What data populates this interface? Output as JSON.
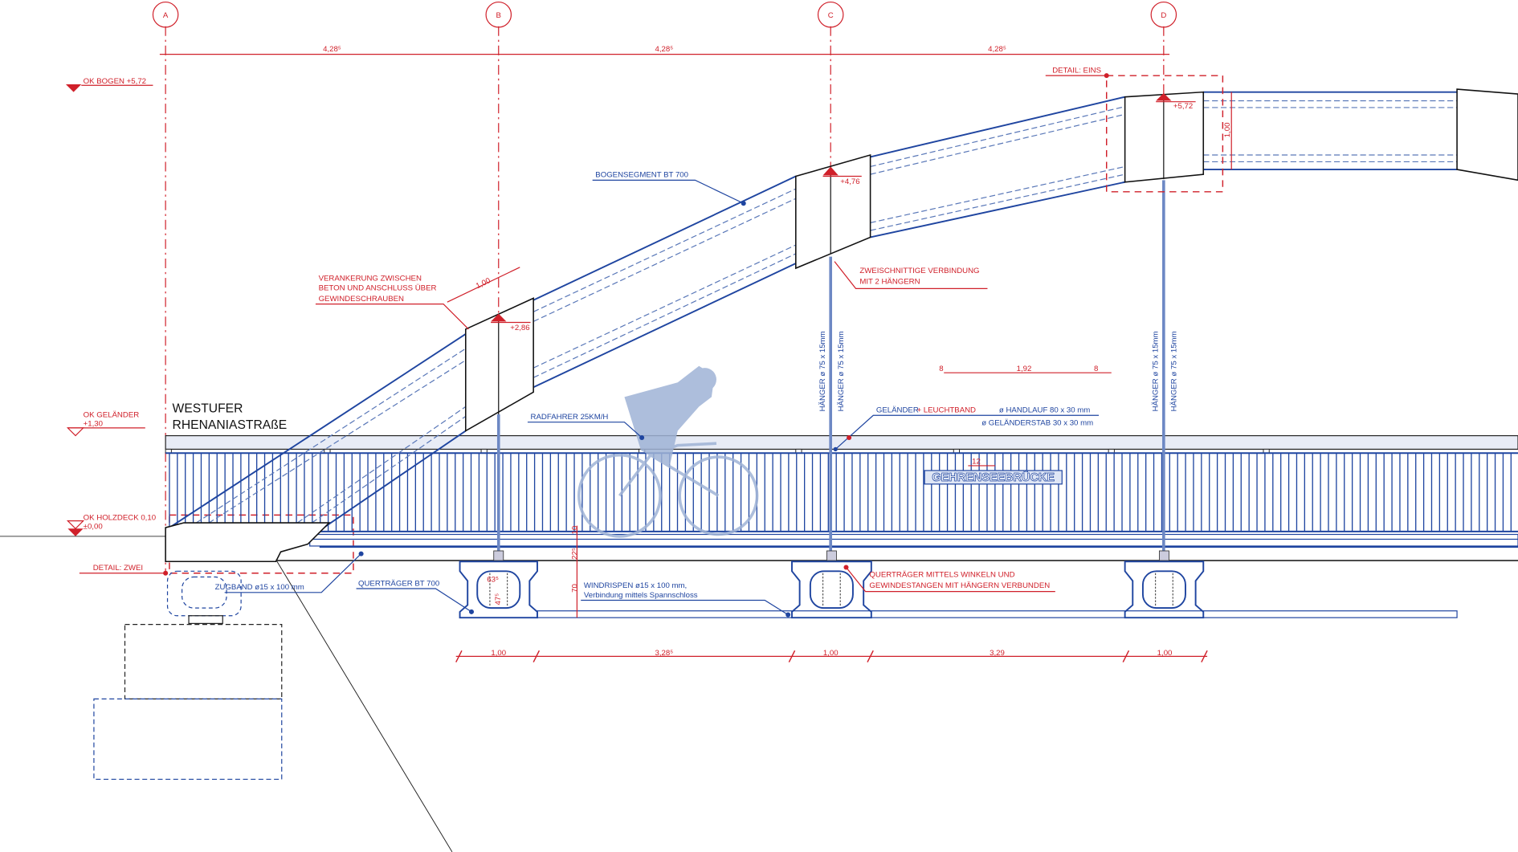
{
  "grid": {
    "axes": [
      "A",
      "B",
      "C",
      "D"
    ],
    "spans": [
      "4,28⁵",
      "4,28⁵",
      "4,28⁵"
    ]
  },
  "levels": {
    "ok_bogen": "OK BOGEN +5,72",
    "ok_gelaender_1": "OK GELÄNDER",
    "ok_gelaender_2": "+1,30",
    "ok_holzdeck": "OK  HOLZDECK 0,10",
    "zero": "±0,00"
  },
  "title": {
    "line1": "WESTUFER",
    "line2": "RHENANIASTRAßE"
  },
  "elevations": {
    "b": "+2,86",
    "c": "+4,76",
    "d": "+5,72"
  },
  "annotations": {
    "bogensegment": "BOGENSEGMENT BT 700",
    "verankerung_1": "VERANKERUNG ZWISCHEN",
    "verankerung_2": "BETON UND ANSCHLUSS ÜBER",
    "verankerung_3": "GEWINDESCHRAUBEN",
    "dim_100_diag": "1,00",
    "zweischnittig_1": "ZWEISCHNITTIGE VERBINDUNG",
    "zweischnittig_2": "MIT 2 HÄNGERN",
    "detail_eins": "DETAIL: EINS",
    "dim_100_vert": "1,00",
    "haenger": "HÄNGER ø 75 x 15mm",
    "dim_8a": "8",
    "dim_192": "1,92",
    "dim_8b": "8",
    "radfahrer": "RADFAHRER 25KM/H",
    "gelaender": "GELÄNDER",
    "leuchtband": "+ LEUCHTBAND",
    "handlauf": "ø HANDLAUF 80 x 30 mm",
    "gelaenderstab": "ø GELÄNDERSTAB 30 x 30 mm",
    "dim_12": "12",
    "bridge_name": "GEHRENSEEBRÜCKE",
    "detail_zwei": "DETAIL: ZWEI",
    "zugband": "ZUGBAND ø15 x 100 mm",
    "quertraeger": "QUERTRÄGER BT 700",
    "dim_63": "63⁵",
    "dim_47": "47⁵",
    "dim_10": "10",
    "dim_22": "22⁵",
    "dim_70": "70",
    "windrispen_1": "WINDRISPEN ø15 x 100 mm,",
    "windrispen_2": "Verbindung mittels Spannschloss",
    "quertraeger_verb_1": "QUERTRÄGER MITTELS WINKELN UND",
    "quertraeger_verb_2": "GEWINDESTANGEN MIT HÄNGERN VERBUNDEN"
  },
  "bottom_dims": [
    "1,00",
    "3,28⁵",
    "1,00",
    "3,29",
    "1,00"
  ],
  "colors": {
    "red": "#d0202a",
    "blue": "#1f45a0",
    "cyclist": "#9fb3d6"
  }
}
